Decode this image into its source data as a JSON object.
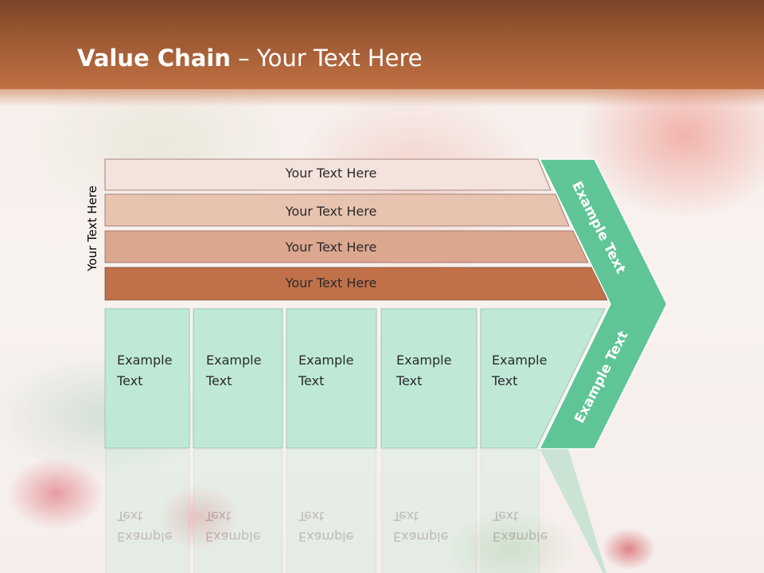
{
  "slide": {
    "title_bold": "Value Chain",
    "title_rest": " – Your Text Here",
    "side_label": "Your Text Here"
  },
  "rows": [
    {
      "label": "Your Text Here",
      "color": "#f4e2dc"
    },
    {
      "label": "Your Text Here",
      "color": "#e8c3b0"
    },
    {
      "label": "Your Text Here",
      "color": "#dba78e"
    },
    {
      "label": "Your Text Here",
      "color": "#c0714a"
    }
  ],
  "columns": [
    {
      "line1": "Example",
      "line2": "Text"
    },
    {
      "line1": "Example",
      "line2": "Text"
    },
    {
      "line1": "Example",
      "line2": "Text"
    },
    {
      "line1": "Example",
      "line2": "Text"
    },
    {
      "line1": "Example",
      "line2": "Text"
    }
  ],
  "chevron": {
    "top_label": "Example Text",
    "bottom_label": "Example Text",
    "color": "#5fc596"
  },
  "colors": {
    "header": "#9e5a34",
    "column_fill": "#bfe9d6"
  }
}
